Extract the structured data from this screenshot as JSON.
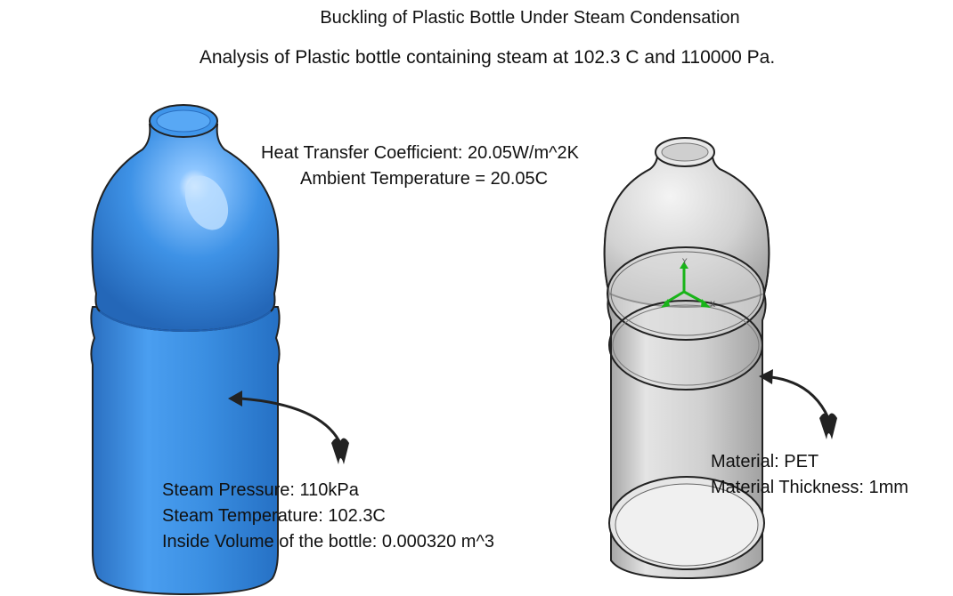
{
  "header": {
    "title": "Buckling of Plastic Bottle Under Steam Condensation",
    "subtitle": "Analysis of Plastic bottle containing steam at 102.3 C and 110000 Pa."
  },
  "ambient": {
    "heat_transfer": "Heat Transfer Coefficient: 20.05W/m^2K",
    "temperature": "Ambient Temperature = 20.05C"
  },
  "inside": {
    "pressure": "Steam Pressure: 110kPa",
    "temperature": "Steam Temperature: 102.3C",
    "volume": "Inside Volume of the bottle: 0.000320 m^3"
  },
  "bottle_material": {
    "material": "Material: PET",
    "thickness": "Material Thickness: 1mm"
  },
  "triad": {
    "y": "Y",
    "x": "X"
  },
  "colors": {
    "blue_bottle": "#3a8fe0",
    "blue_highlight": "#9fd0ff",
    "grey_bottle": "#d2d2d2",
    "grey_dark": "#a8a8a8",
    "outline": "#222222",
    "triad_green": "#19b419"
  }
}
